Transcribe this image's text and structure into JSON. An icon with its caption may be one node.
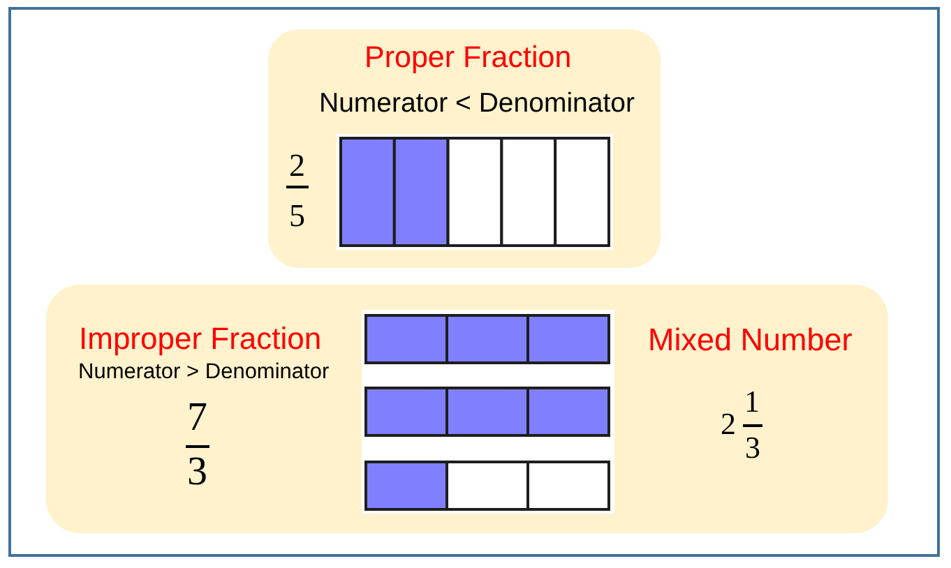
{
  "diagram": {
    "nodes": [
      {
        "text": [
          "Proper Fraction",
          "Numerator < Denominator",
          "2",
          "5"
        ]
      },
      {
        "text": [],
        "shape": "bar",
        "in": 0
      },
      {
        "text": [
          "Improper Fraction",
          "Numerator > Denominator",
          "7",
          "3",
          "Mixed Number",
          "2",
          "1",
          "3"
        ]
      },
      {
        "text": [],
        "shape": "bar",
        "in": 2
      },
      {
        "text": [],
        "shape": "bar",
        "in": 2
      },
      {
        "text": [],
        "shape": "bar",
        "in": 2
      }
    ]
  }
}
